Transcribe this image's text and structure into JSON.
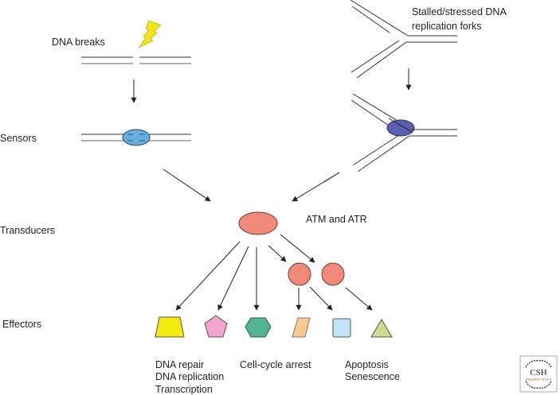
{
  "labels": {
    "dna_breaks": "DNA breaks",
    "stalled_forks_line1": "Stalled/stressed DNA",
    "stalled_forks_line2": "replication forks",
    "sensors": "Sensors",
    "transducers": "Transducers",
    "transducer_name": "ATM and ATR",
    "effectors": "Effectors"
  },
  "outcomes": {
    "group1": [
      "DNA repair",
      "DNA replication",
      "Transcription"
    ],
    "group2": [
      "Cell-cycle arrest"
    ],
    "group3": [
      "Apoptosis",
      "Senescence"
    ]
  },
  "logo": {
    "main": "CSH",
    "sub": "PERSPECTIVES"
  },
  "colors": {
    "lightning": "#f5e614",
    "sensor_break": "#6aaee0",
    "sensor_fork": "#5a5fb0",
    "transducer": "#f0897a",
    "effector_trapezoid": "#f3ea0f",
    "effector_pentagon": "#f1a4cc",
    "effector_hexagon": "#52b592",
    "effector_parallelogram": "#fcc98b",
    "effector_square": "#bfe4f7",
    "effector_triangle": "#c8dc90",
    "dna_strand": "#8a8a8a",
    "arrow": "#231f20",
    "logo_accent": "#c8642a"
  }
}
